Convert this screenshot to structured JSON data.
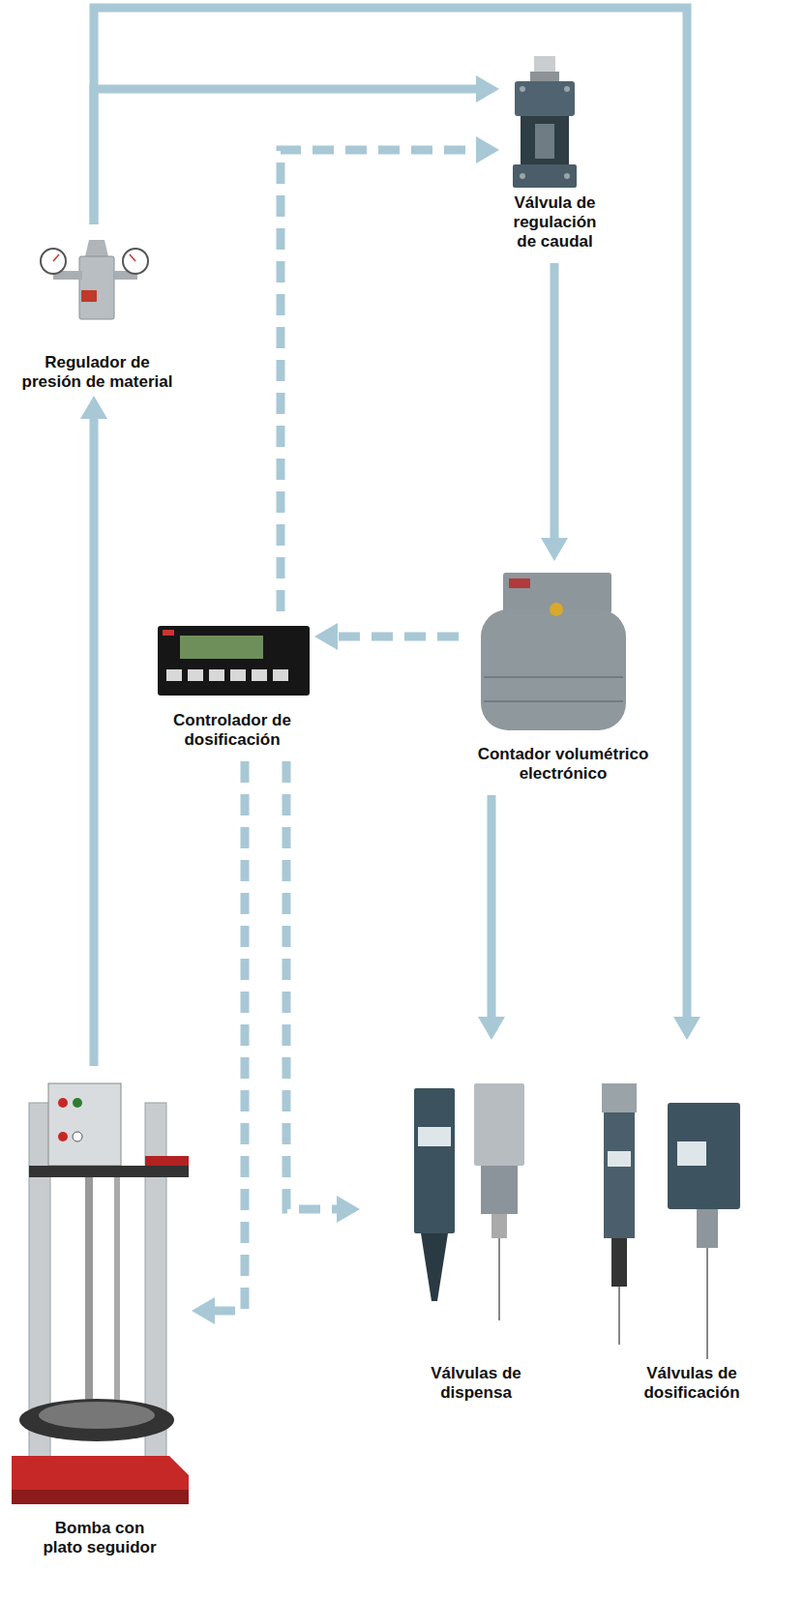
{
  "diagram": {
    "nodes": [
      {
        "text": [
          "Válvula de regulación de caudal"
        ]
      },
      {
        "text": [
          "Regulador de presión de material"
        ]
      },
      {
        "text": [
          "Contador volumétrico electrónico"
        ]
      },
      {
        "text": [
          "Controlador de dosificación"
        ]
      },
      {
        "text": [
          "Bomba con plato seguidor"
        ]
      },
      {
        "text": [
          "Válvulas de dispensa"
        ]
      },
      {
        "text": [
          "Válvulas de dosificación"
        ]
      }
    ],
    "edges": [
      {
        "from": 4,
        "to": 1,
        "arrow": "to"
      },
      {
        "from": 1,
        "to": 0,
        "arrow": "to"
      },
      {
        "from": 1,
        "to": 6,
        "arrow": "to"
      },
      {
        "from": 0,
        "to": 2,
        "arrow": "to"
      },
      {
        "from": 2,
        "to": 5,
        "arrow": "to"
      },
      {
        "from": 2,
        "to": 3,
        "arrow": "to"
      },
      {
        "from": 3,
        "to": 0,
        "arrow": "to"
      },
      {
        "from": 3,
        "to": 5,
        "arrow": "to"
      },
      {
        "from": 3,
        "to": 4,
        "arrow": "to"
      }
    ]
  }
}
